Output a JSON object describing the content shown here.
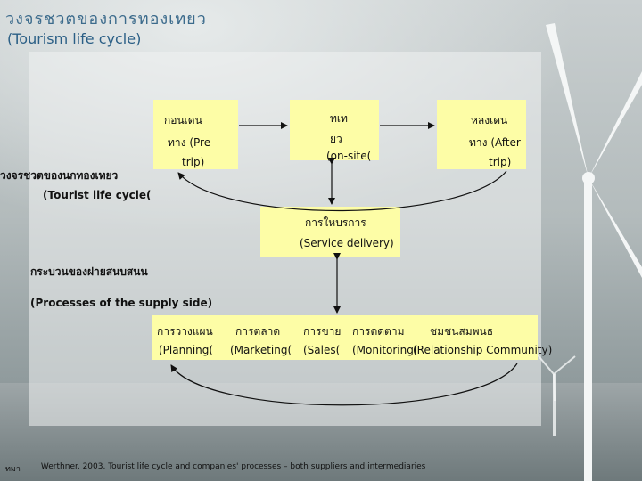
{
  "slide": {
    "title_th": "วงจรชวตของการทองเทยว",
    "title_en": "(Tourism life cycle)"
  },
  "tourist_cycle": {
    "label_th": "วงจรชวตของนกทองเทยว",
    "label_en": "(Tourist life cycle(",
    "pre": {
      "line1": "กอนเดน",
      "line2": "ทาง (Pre-",
      "line3": "trip)"
    },
    "on": {
      "line1": "ทเท",
      "line2": "ยว",
      "line3": "(on-site("
    },
    "after": {
      "line1": "หลงเดน",
      "line2": "ทาง (After-",
      "line3": "trip)"
    }
  },
  "service": {
    "line1": "การใหบรการ",
    "line2": "(Service delivery)"
  },
  "supply": {
    "label_th": "กระบวนของฝายสนบสนน",
    "label_en": "(Processes of  the supply side)",
    "items": [
      {
        "th": "การวางแผน",
        "en": "(Planning("
      },
      {
        "th": "การตลาด",
        "en": "(Marketing("
      },
      {
        "th": "การขาย",
        "en": "(Sales("
      },
      {
        "th": "การตดตาม",
        "en": "(Monitoring("
      },
      {
        "th": "ชมชนสมพนธ",
        "en": "(Relationship  Community)"
      }
    ]
  },
  "source": {
    "label": "ทมา",
    "text": ": Werthner. 2003. Tourist life cycle and companies' processes – both suppliers and intermediaries"
  }
}
